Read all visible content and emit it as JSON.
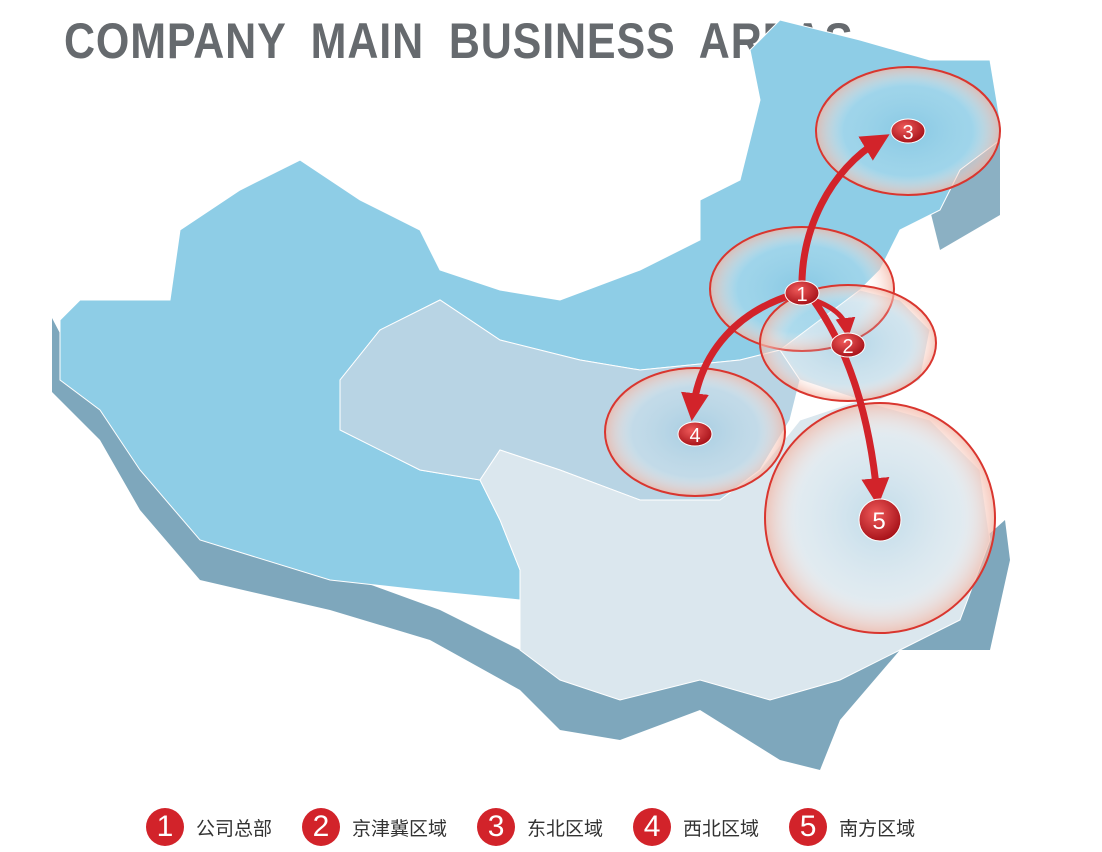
{
  "title": "COMPANY MAIN BUSINESS AREAS",
  "colors": {
    "accent": "#d2232a",
    "map_north": "#8ecde6",
    "map_mid": "#b8d4e4",
    "map_south": "#dbe7ee",
    "map_side": "#7ea7bc"
  },
  "markers": [
    {
      "id": "1",
      "label": "公司总部"
    },
    {
      "id": "2",
      "label": "京津冀区域"
    },
    {
      "id": "3",
      "label": "东北区域"
    },
    {
      "id": "4",
      "label": "西北区域"
    },
    {
      "id": "5",
      "label": "南方区域"
    }
  ]
}
